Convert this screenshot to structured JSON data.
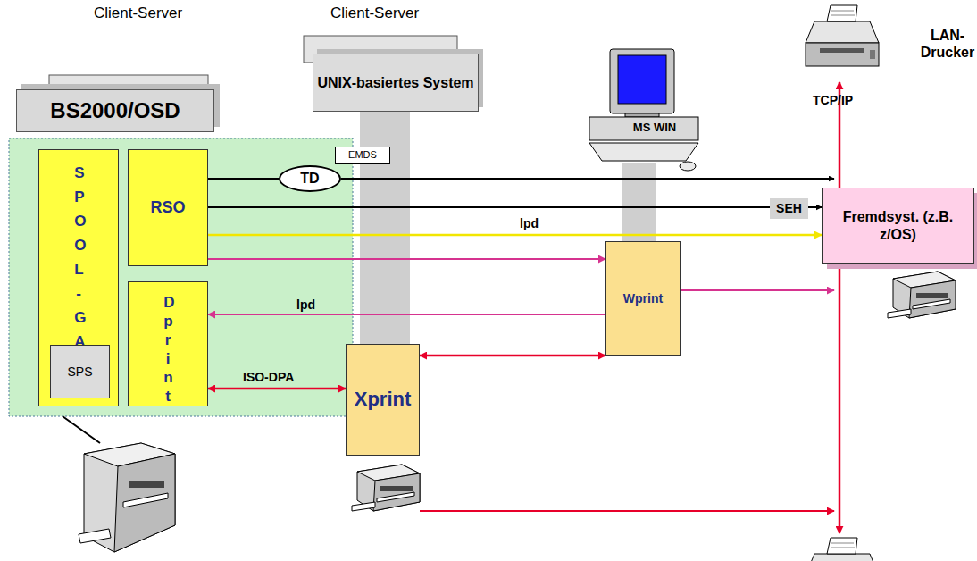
{
  "diagram": {
    "nodes": [
      {
        "text": [
          "BS2000/OSD"
        ]
      },
      {
        "text": [
          "UNIX-basiertes System"
        ]
      },
      {
        "text": [
          "MS WIN"
        ]
      },
      {
        "text": [
          "SPOOL-GA"
        ]
      },
      {
        "text": [
          "SPS"
        ],
        "in": 3
      },
      {
        "text": [
          "RSO"
        ]
      },
      {
        "text": [
          "Dprint"
        ]
      },
      {
        "text": [
          "TD"
        ]
      },
      {
        "text": [
          "EMDS"
        ]
      },
      {
        "text": [
          "SEH"
        ]
      },
      {
        "text": [
          "Fremdsyst. (z.B. z/OS)"
        ]
      },
      {
        "text": [
          "Wprint"
        ]
      },
      {
        "text": [
          "Xprint"
        ]
      }
    ],
    "edges": [
      {
        "from": 5,
        "to": 7,
        "arrow": "none"
      },
      {
        "from": 5,
        "to": 9,
        "arrow": "none"
      },
      {
        "from": 9,
        "to": 10,
        "arrow": "to"
      },
      {
        "from": 5,
        "to": 10,
        "label": "lpd",
        "arrow": "to"
      },
      {
        "from": 5,
        "to": 11,
        "arrow": "to"
      },
      {
        "from": 11,
        "to": 6,
        "label": "lpd",
        "arrow": "to"
      },
      {
        "from": 6,
        "to": 12,
        "label": "ISO-DPA",
        "arrow": "both"
      },
      {
        "from": 12,
        "to": 11,
        "arrow": "both"
      }
    ],
    "labels": [
      "Client-Server",
      "Client-Server",
      "LAN- Drucker",
      "TCP/IP"
    ]
  }
}
